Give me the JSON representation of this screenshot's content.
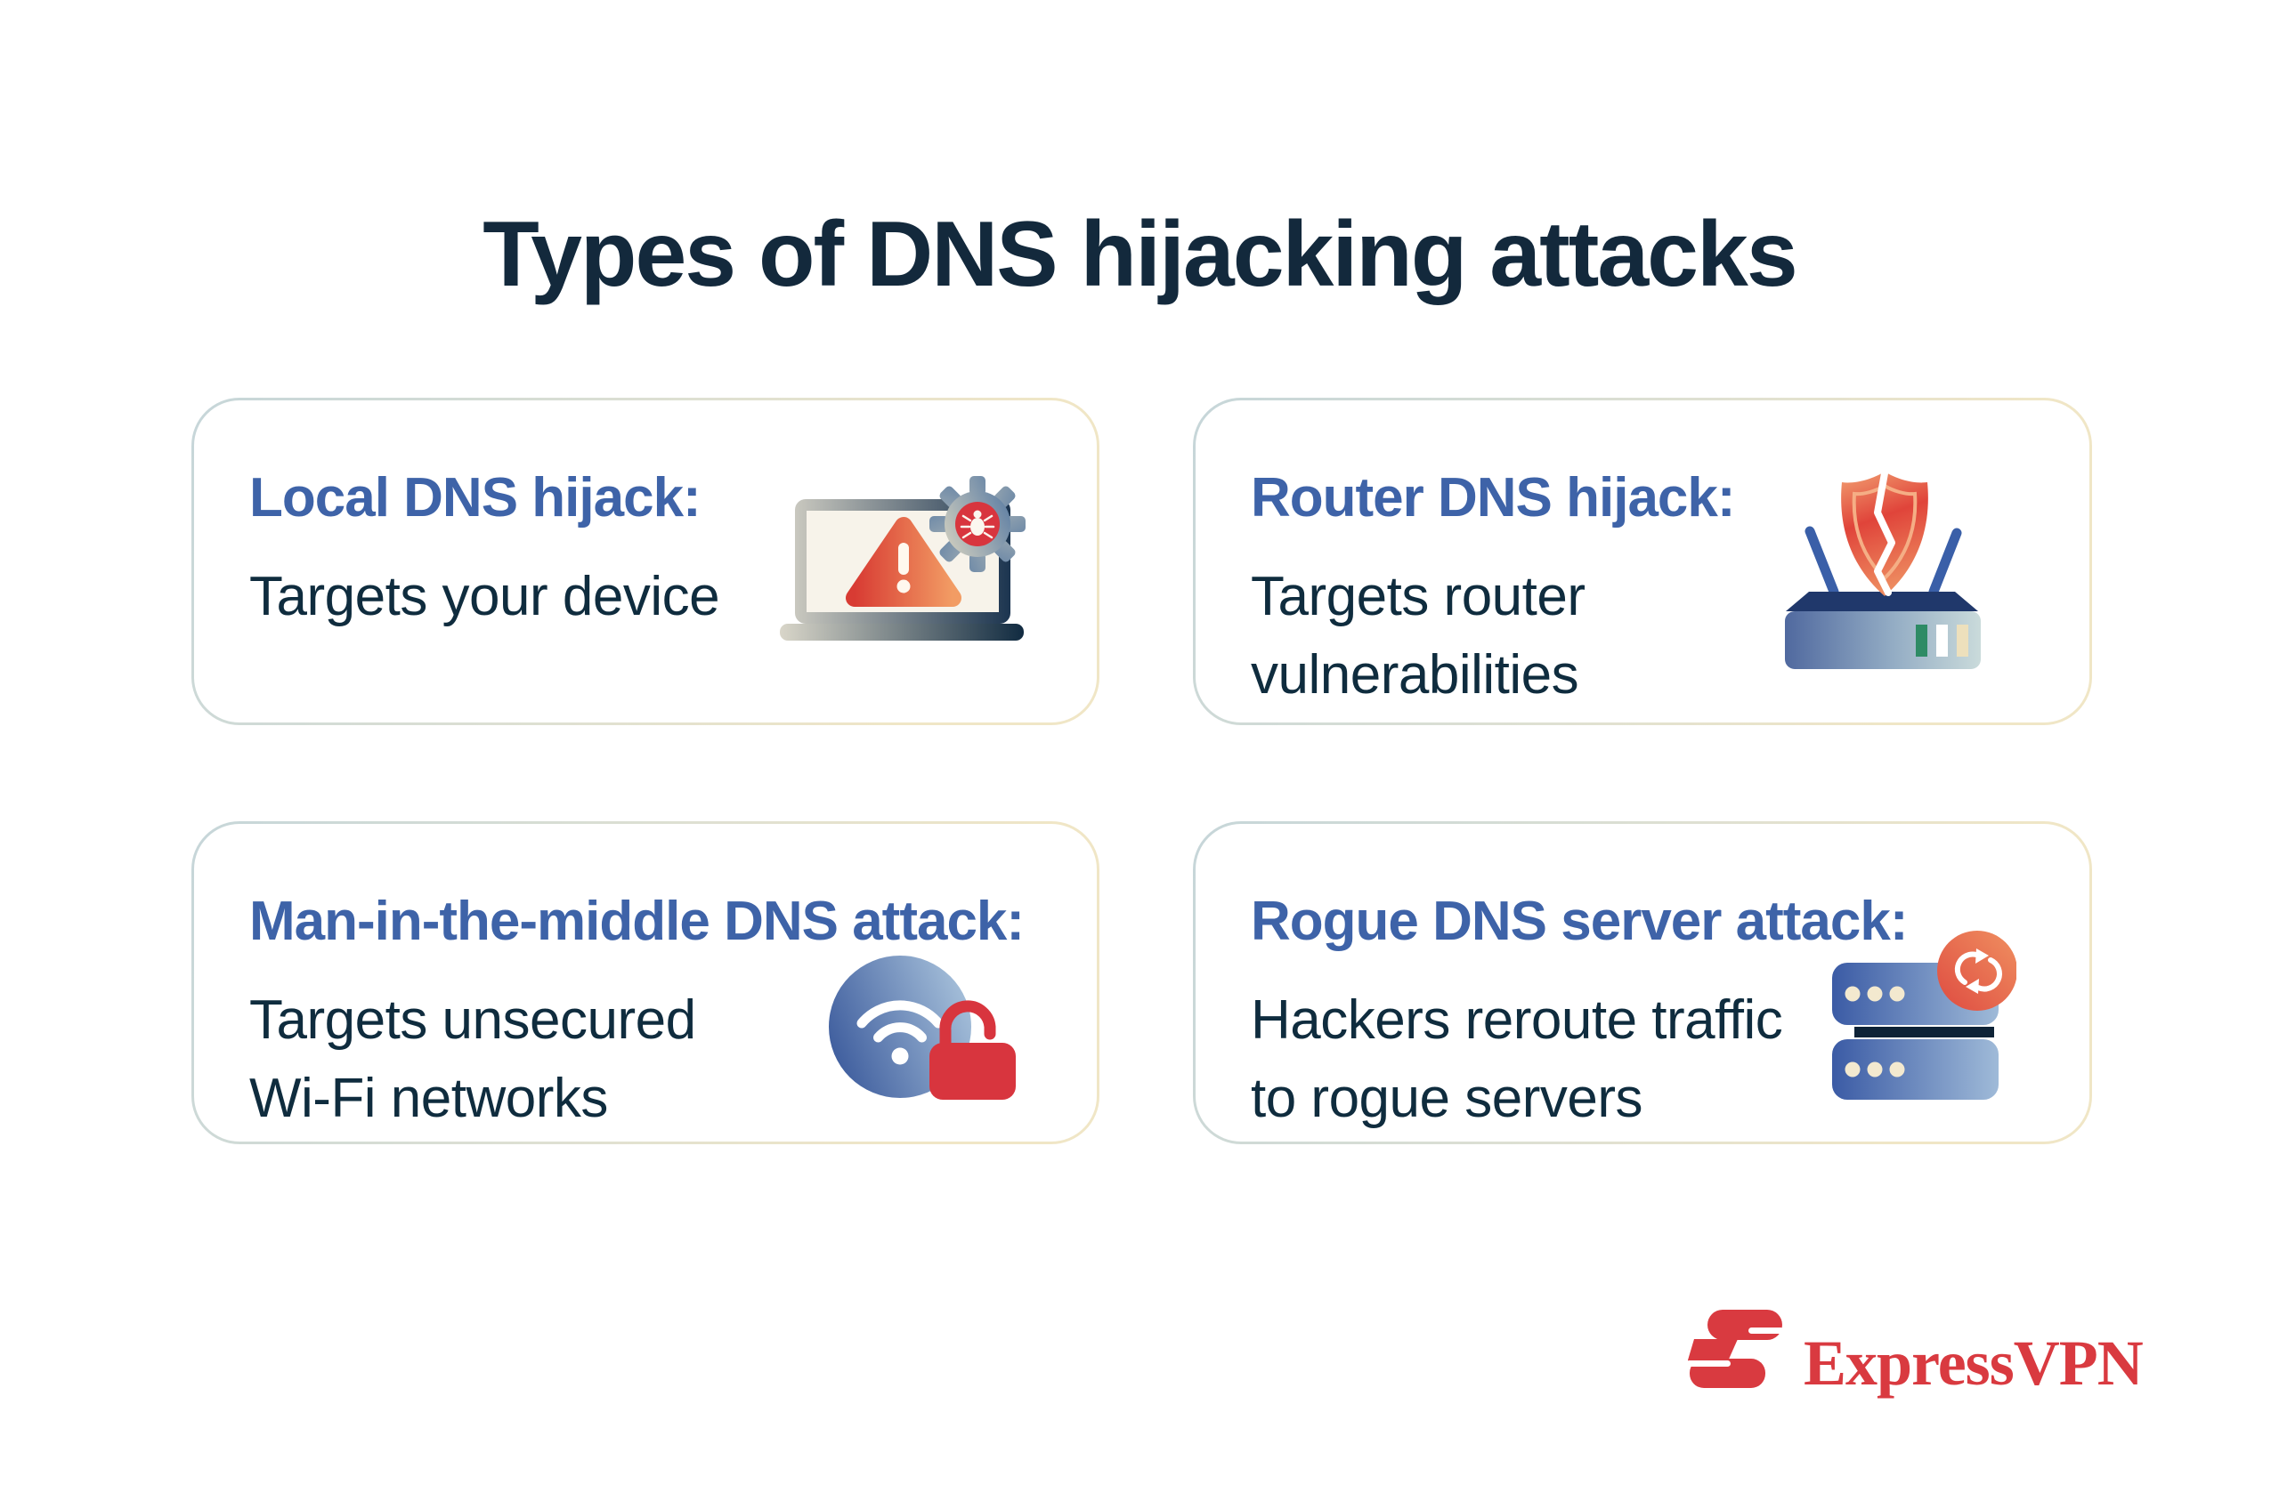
{
  "title": "Types of DNS hijacking attacks",
  "cards": [
    {
      "heading": "Local DNS hijack:",
      "body_lines": [
        "Targets your device"
      ],
      "icon": "laptop-malware-warning-icon"
    },
    {
      "heading": "Router DNS hijack:",
      "body_lines": [
        "Targets router",
        "vulnerabilities"
      ],
      "icon": "router-broken-shield-icon"
    },
    {
      "heading": "Man-in-the-middle DNS attack:",
      "body_lines": [
        "Targets unsecured",
        "Wi-Fi networks"
      ],
      "icon": "wifi-open-lock-icon"
    },
    {
      "heading": "Rogue DNS server attack:",
      "body_lines": [
        "Hackers reroute traffic",
        "to rogue servers"
      ],
      "icon": "rogue-server-sync-icon"
    }
  ],
  "brand": {
    "name": "ExpressVPN"
  },
  "colors": {
    "title_navy": "#13293C",
    "heading_blue": "#3E63A8",
    "body_navy": "#0F2C3E",
    "brand_red": "#D93A40",
    "alert_red": "#D8353E",
    "alert_orange": "#F29C64",
    "card_border_from": "#C6D6D9",
    "card_border_to": "#F0E6C6",
    "icon_blue": "#3A5FA8",
    "icon_cream": "#F3E9CF",
    "background": "#FFFFFF"
  }
}
